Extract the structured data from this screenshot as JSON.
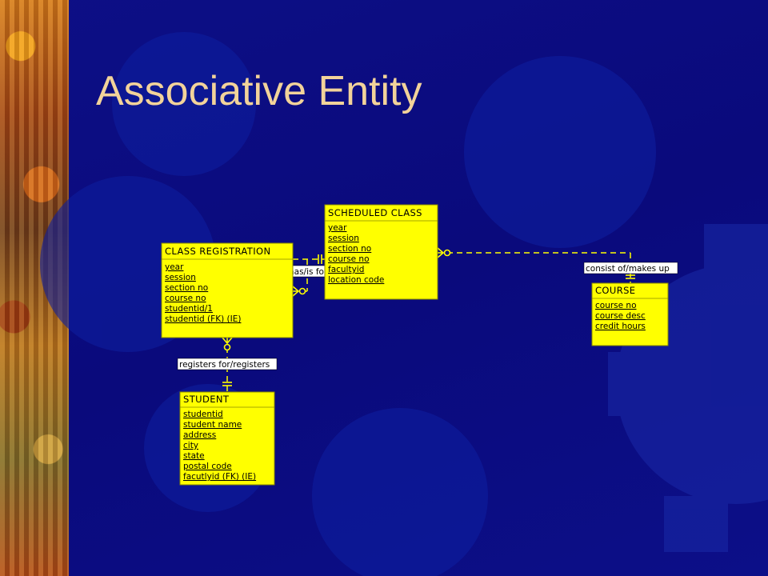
{
  "slide": {
    "title": "Associative Entity"
  },
  "diagram": {
    "entities": {
      "scheduled_class": {
        "name": "SCHEDULED CLASS",
        "attributes": [
          "year",
          "session",
          "section no",
          "course no",
          "facultyid",
          "location code"
        ]
      },
      "class_registration": {
        "name": "CLASS REGISTRATION",
        "attributes": [
          "year",
          "session",
          "section no",
          "course no",
          "studentid/1",
          "studentid (FK) (IE)"
        ]
      },
      "course": {
        "name": "COURSE",
        "attributes": [
          "course no",
          "course desc",
          "credit hours"
        ]
      },
      "student": {
        "name": "STUDENT",
        "attributes": [
          "studentid",
          "student name",
          "address",
          "city",
          "state",
          "postal code",
          "facutlyid (FK) (IE)"
        ]
      }
    },
    "relationships": {
      "has": {
        "label": "has/is fo"
      },
      "consist": {
        "label": "consist of/makes up"
      },
      "registers": {
        "label": "registers for/registers"
      }
    }
  },
  "colors": {
    "background": "#0a0a7c",
    "entity": "#ffff00",
    "title": "#f2d39a"
  }
}
